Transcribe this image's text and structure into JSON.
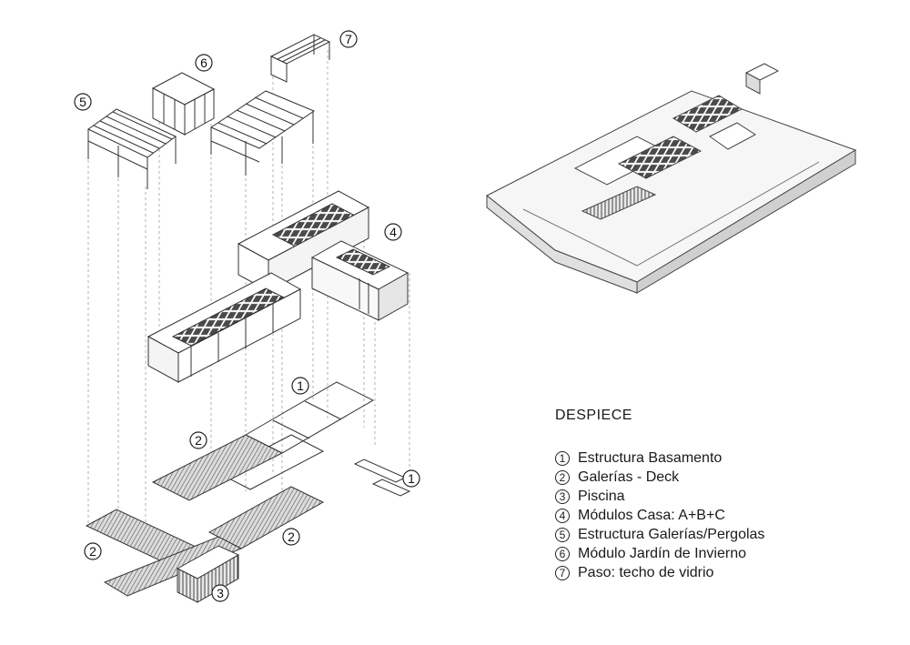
{
  "legend": {
    "title": "DESPIECE",
    "items": [
      {
        "num": "1",
        "label": "Estructura Basamento"
      },
      {
        "num": "2",
        "label": "Galerías - Deck"
      },
      {
        "num": "3",
        "label": "Piscina"
      },
      {
        "num": "4",
        "label": "Módulos Casa: A+B+C"
      },
      {
        "num": "5",
        "label": "Estructura Galerías/Pergolas"
      },
      {
        "num": "6",
        "label": "Módulo Jardín de Invierno"
      },
      {
        "num": "7",
        "label": "Paso: techo de vidrio"
      }
    ]
  },
  "callouts": {
    "c1_top": "1",
    "c1_side": "1",
    "c2_left": "2",
    "c2_center": "2",
    "c2_right": "2",
    "c3": "3",
    "c4": "4",
    "c5": "5",
    "c6": "6",
    "c7": "7"
  },
  "colors": {
    "line": "#333333",
    "dashed": "#9a9a9a",
    "deck_fill": "#d6d6d6",
    "panel_fill": "#5a5a5a",
    "terrain_fill": "#f2f2f2"
  }
}
